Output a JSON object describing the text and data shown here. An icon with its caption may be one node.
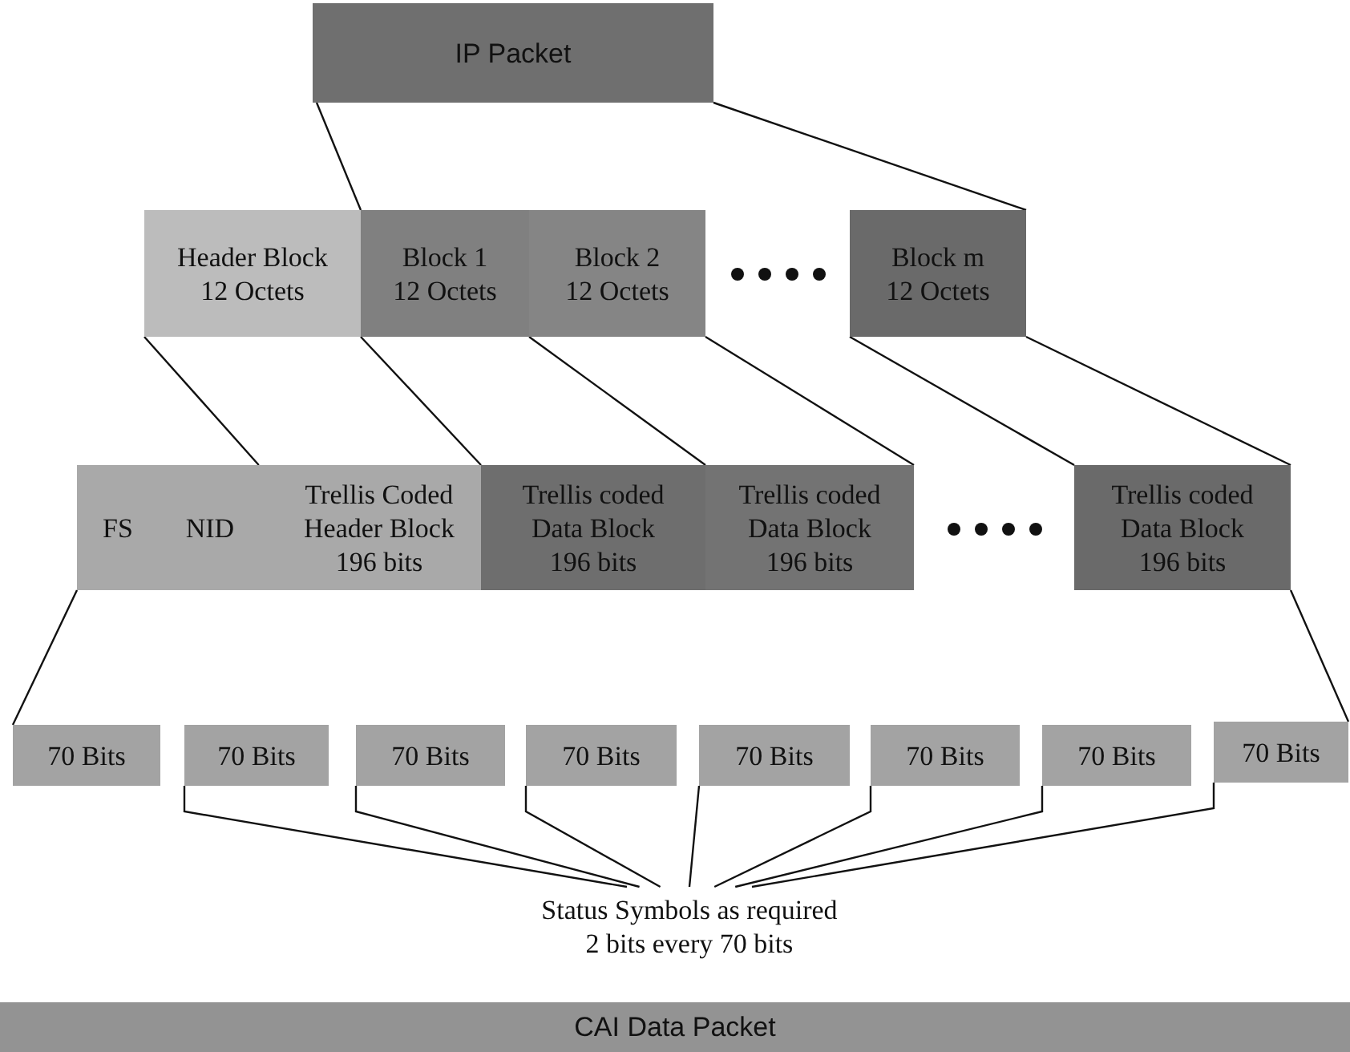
{
  "diagram": {
    "nodes": [
      {
        "text": [
          "IP Packet"
        ]
      },
      {
        "text": [
          "Header Block 12 Octets"
        ]
      },
      {
        "text": [
          "Block 1 12 Octets"
        ]
      },
      {
        "text": [
          "Block 2 12 Octets"
        ]
      },
      {
        "text": [
          "Block m 12 Octets"
        ]
      },
      {
        "text": [
          "FS",
          "NID",
          "Trellis Coded Header Block 196 bits"
        ]
      },
      {
        "text": [
          "Trellis coded Data Block 196 bits"
        ]
      },
      {
        "text": [
          "Trellis coded Data Block 196 bits"
        ]
      },
      {
        "text": [
          "Trellis coded Data Block 196 bits"
        ]
      },
      {
        "text": [
          "70 Bits"
        ]
      },
      {
        "text": [
          "70 Bits"
        ]
      },
      {
        "text": [
          "70 Bits"
        ]
      },
      {
        "text": [
          "70 Bits"
        ]
      },
      {
        "text": [
          "70 Bits"
        ]
      },
      {
        "text": [
          "70 Bits"
        ]
      },
      {
        "text": [
          "70 Bits"
        ]
      },
      {
        "text": [
          "70 Bits"
        ]
      },
      {
        "text": [
          "Status Symbols as required 2 bits every 70 bits"
        ]
      },
      {
        "text": [
          "CAI Data Packet"
        ]
      }
    ],
    "edges": [
      {
        "from": 0,
        "to": 2,
        "arrow": "none"
      },
      {
        "from": 0,
        "to": 4,
        "arrow": "none"
      },
      {
        "from": 1,
        "to": 5,
        "arrow": "none"
      },
      {
        "from": 2,
        "to": 6,
        "arrow": "none"
      },
      {
        "from": 3,
        "to": 7,
        "arrow": "none"
      },
      {
        "from": 3,
        "to": 7,
        "arrow": "none"
      },
      {
        "from": 4,
        "to": 8,
        "arrow": "none"
      },
      {
        "from": 4,
        "to": 8,
        "arrow": "none"
      },
      {
        "from": 5,
        "to": 9,
        "arrow": "none"
      },
      {
        "from": 8,
        "to": 16,
        "arrow": "none"
      },
      {
        "from": 17,
        "to": 10,
        "arrow": "none"
      },
      {
        "from": 17,
        "to": 11,
        "arrow": "none"
      },
      {
        "from": 17,
        "to": 12,
        "arrow": "none"
      },
      {
        "from": 17,
        "to": 13,
        "arrow": "none"
      },
      {
        "from": 17,
        "to": 14,
        "arrow": "none"
      },
      {
        "from": 17,
        "to": 15,
        "arrow": "none"
      },
      {
        "from": 17,
        "to": 16,
        "arrow": "none"
      }
    ]
  }
}
